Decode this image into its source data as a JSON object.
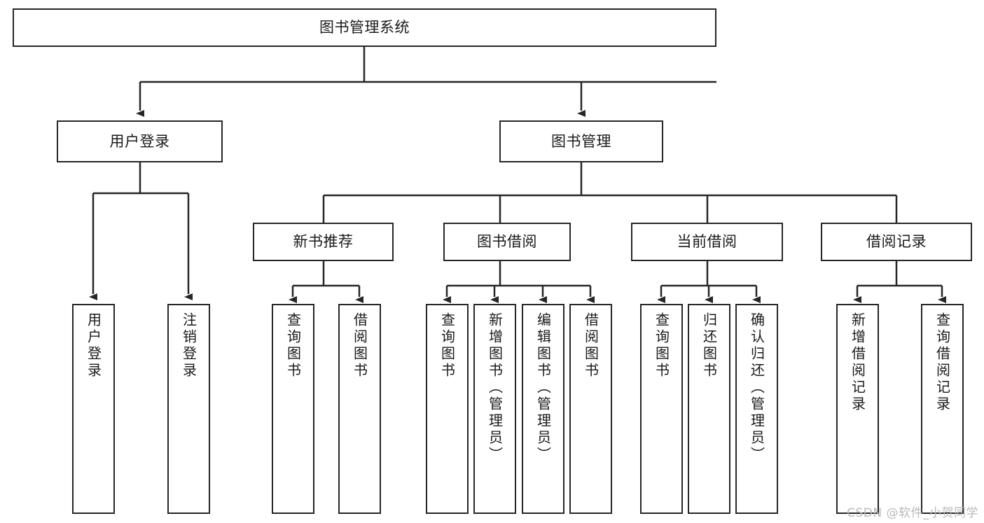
{
  "diagram": {
    "title_node": {
      "id": "root",
      "label": "图书管理系统"
    },
    "level2": [
      {
        "id": "user-login",
        "label": "用户登录"
      },
      {
        "id": "book-management",
        "label": "图书管理"
      }
    ],
    "level3": [
      {
        "id": "new-book-recommend",
        "label": "新书推荐"
      },
      {
        "id": "book-borrow",
        "label": "图书借阅"
      },
      {
        "id": "current-borrow",
        "label": "当前借阅"
      },
      {
        "id": "borrow-record",
        "label": "借阅记录"
      }
    ],
    "leaves": [
      {
        "id": "leaf-user-login",
        "label": "用户登录",
        "parent": "user-login"
      },
      {
        "id": "leaf-logout-login",
        "label": "注销登录",
        "parent": "user-login"
      },
      {
        "id": "leaf-query-book-1",
        "label": "查询图书",
        "parent": "new-book-recommend"
      },
      {
        "id": "leaf-borrow-book-1",
        "label": "借阅图书",
        "parent": "new-book-recommend"
      },
      {
        "id": "leaf-query-book-2",
        "label": "查询图书",
        "parent": "book-borrow"
      },
      {
        "id": "leaf-add-book",
        "label": "新增图书（管理员）",
        "parent": "book-borrow"
      },
      {
        "id": "leaf-edit-book",
        "label": "编辑图书（管理员）",
        "parent": "book-borrow"
      },
      {
        "id": "leaf-borrow-book-2",
        "label": "借阅图书",
        "parent": "book-borrow"
      },
      {
        "id": "leaf-query-book-3",
        "label": "查询图书",
        "parent": "current-borrow"
      },
      {
        "id": "leaf-return-book",
        "label": "归还图书",
        "parent": "current-borrow"
      },
      {
        "id": "leaf-confirm-return",
        "label": "确认归还（管理员）",
        "parent": "current-borrow"
      },
      {
        "id": "leaf-add-record",
        "label": "新增借阅记录",
        "parent": "borrow-record"
      },
      {
        "id": "leaf-query-record",
        "label": "查询借阅记录",
        "parent": "borrow-record"
      }
    ],
    "watermark": "CSDN @软件_小贺同学",
    "colors": {
      "stroke": "#262626",
      "background": "#ffffff",
      "text": "#1a1a1a",
      "watermark": "#b9b9b9"
    }
  }
}
